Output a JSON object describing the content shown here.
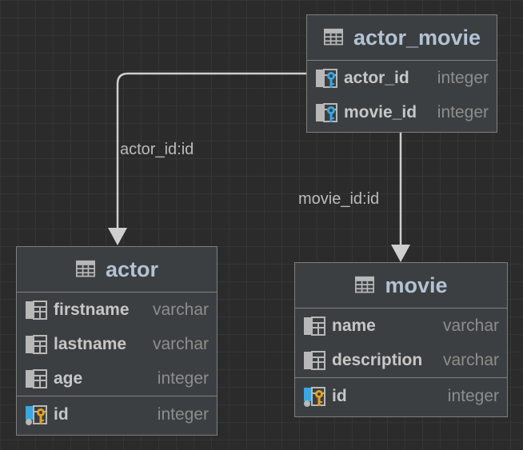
{
  "edges": [
    {
      "label": "actor_id:id"
    },
    {
      "label": "movie_id:id"
    }
  ],
  "entities": {
    "actor_movie": {
      "name": "actor_movie",
      "columns": [
        {
          "name": "actor_id",
          "type": "integer",
          "icon": "foreign-key-column-icon"
        },
        {
          "name": "movie_id",
          "type": "integer",
          "icon": "foreign-key-column-icon"
        }
      ]
    },
    "actor": {
      "name": "actor",
      "columns": [
        {
          "name": "firstname",
          "type": "varchar",
          "icon": "column-icon"
        },
        {
          "name": "lastname",
          "type": "varchar",
          "icon": "column-icon"
        },
        {
          "name": "age",
          "type": "integer",
          "icon": "column-icon"
        }
      ],
      "primary_key": {
        "name": "id",
        "type": "integer",
        "icon": "primary-key-column-icon"
      }
    },
    "movie": {
      "name": "movie",
      "columns": [
        {
          "name": "name",
          "type": "varchar",
          "icon": "column-icon"
        },
        {
          "name": "description",
          "type": "varchar",
          "icon": "column-icon"
        }
      ],
      "primary_key": {
        "name": "id",
        "type": "integer",
        "icon": "primary-key-column-icon"
      }
    }
  },
  "colors": {
    "background": "#2b2b2b",
    "entity_fill": "#3c3f41",
    "entity_title": "#b3c2d4",
    "foreign_key": "#3aa7e0",
    "primary_key": "#e3a322",
    "edge": "#cfcfcf"
  }
}
